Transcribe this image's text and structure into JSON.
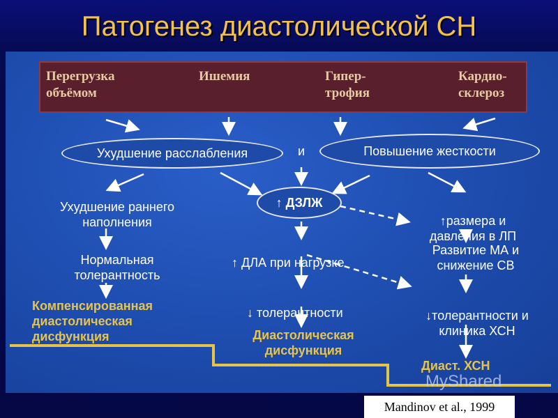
{
  "title": "Патогенез диастолической СН",
  "causes": {
    "c1": "Перегрузка\nобъёмом",
    "c2": "Ишемия",
    "c3": "Гипер-\nтрофия",
    "c4": "Кардио-\nсклероз"
  },
  "ovals": {
    "relaxation": "Ухудшение расслабления",
    "stiffness": "Повышение жесткости",
    "dzlzh": "ДЗЛЖ"
  },
  "connector_and": "и",
  "nodes": {
    "early_fill": "Ухудшение раннего\nнаполнения",
    "normal_tol": "Нормальная\nтолерантность",
    "compensated": "Компенсированная\nдиастолическая\nдисфункция",
    "dla": "ДЛА при нагрузке",
    "tolerance_down": "толерантности",
    "diast_dysf": "Диастолическая\nдисфункция",
    "la_size": "размера и\nдавления в ЛП",
    "ma": "Развитие МА и\nснижение СВ",
    "tol_chf": "толерантности и\nклиника ХСН",
    "diast_chf": "Диаст. ХСН"
  },
  "arrows_symbols": {
    "up": "↑",
    "down": "↓"
  },
  "citation": "Mandinov et al., 1999",
  "watermark": "MyShared",
  "colors": {
    "title": "#f2c24a",
    "cause_bg": "#5a1f2c",
    "cause_text": "#e8c9a6",
    "panel": "#1f4fb2",
    "yellow": "#e6c44a",
    "white": "#ffffff"
  }
}
